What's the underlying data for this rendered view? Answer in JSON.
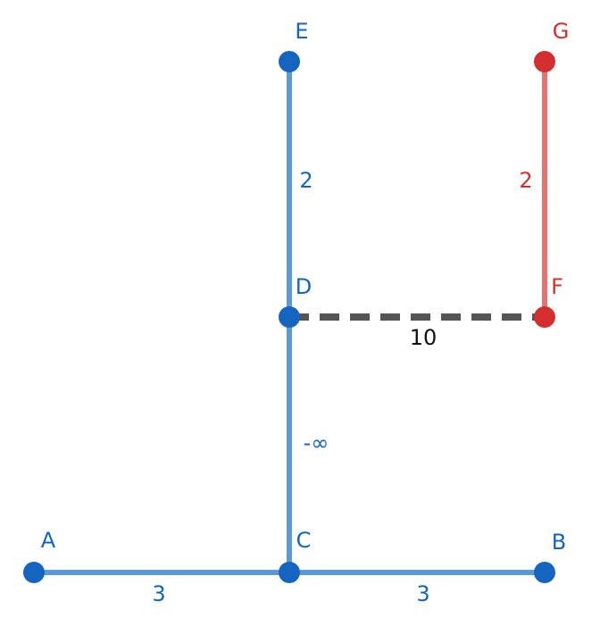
{
  "colors": {
    "blue_node": "#1565C0",
    "blue_edge": "#5B9BD5",
    "red_node": "#D32F2F",
    "red_edge": "#E57373",
    "dashed_edge": "#555555",
    "label_dark": "#111111"
  },
  "nodes": [
    {
      "id": "A",
      "label": "A",
      "group": "blue"
    },
    {
      "id": "B",
      "label": "B",
      "group": "blue"
    },
    {
      "id": "C",
      "label": "C",
      "group": "blue"
    },
    {
      "id": "D",
      "label": "D",
      "group": "blue"
    },
    {
      "id": "E",
      "label": "E",
      "group": "blue"
    },
    {
      "id": "F",
      "label": "F",
      "group": "red"
    },
    {
      "id": "G",
      "label": "G",
      "group": "red"
    }
  ],
  "edges": [
    {
      "id": "A-C",
      "from": "A",
      "to": "C",
      "weight": "3",
      "group": "blue",
      "dashed": false
    },
    {
      "id": "C-B",
      "from": "C",
      "to": "B",
      "weight": "3",
      "group": "blue",
      "dashed": false
    },
    {
      "id": "C-D",
      "from": "C",
      "to": "D",
      "weight": "-∞",
      "group": "blue",
      "dashed": false
    },
    {
      "id": "D-E",
      "from": "D",
      "to": "E",
      "weight": "2",
      "group": "blue",
      "dashed": false
    },
    {
      "id": "D-F",
      "from": "D",
      "to": "F",
      "weight": "10",
      "group": "none",
      "dashed": true
    },
    {
      "id": "F-G",
      "from": "F",
      "to": "G",
      "weight": "2",
      "group": "red",
      "dashed": false
    }
  ]
}
